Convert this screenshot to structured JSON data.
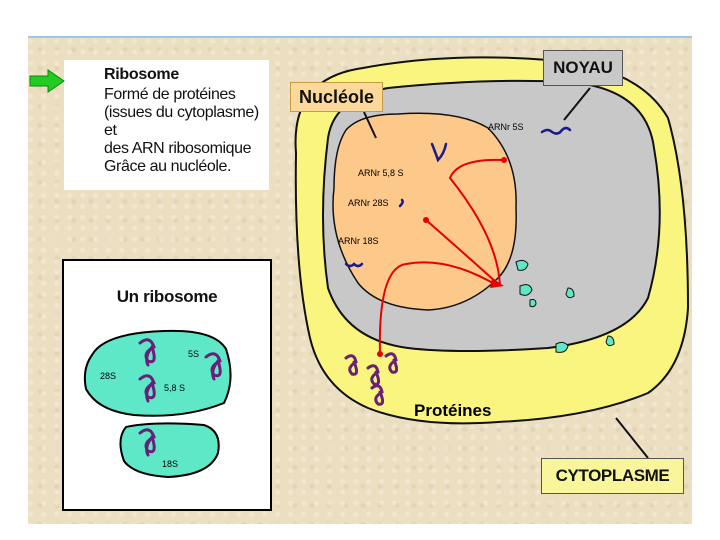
{
  "info": {
    "title": "Ribosome",
    "body": "Formé de protéines\n(issues du cytoplasme) et\ndes  ARN ribosomique\nGrâce au nucléole."
  },
  "ribosome_panel": {
    "title": "Un ribosome",
    "large_subunit_labels": [
      "5S",
      "28S",
      "5,8 S"
    ],
    "small_subunit_label": "18S"
  },
  "cell": {
    "noyau_label": "NOYAU",
    "nucleole_label": "Nucléole",
    "cytoplasme_label": "CYTOPLASME",
    "proteines_label": "Protéines",
    "rna_labels": {
      "arnr_5s": "ARNr 5S",
      "arnr_58s": "ARNr 5,8 S",
      "arnr_28s": "ARNr 28S",
      "arnr_18s": "ARNr 18S"
    }
  },
  "colors": {
    "cytoplasm": "#f9f57f",
    "nucleus": "#c8c8c8",
    "nucleolus": "#fcc98a",
    "ribosome": "#5fe8c8",
    "arrow": "#e60000",
    "rna": "#1a1a8c",
    "protein": "#6a1f78",
    "pointer_arrow": "#22cc22"
  }
}
